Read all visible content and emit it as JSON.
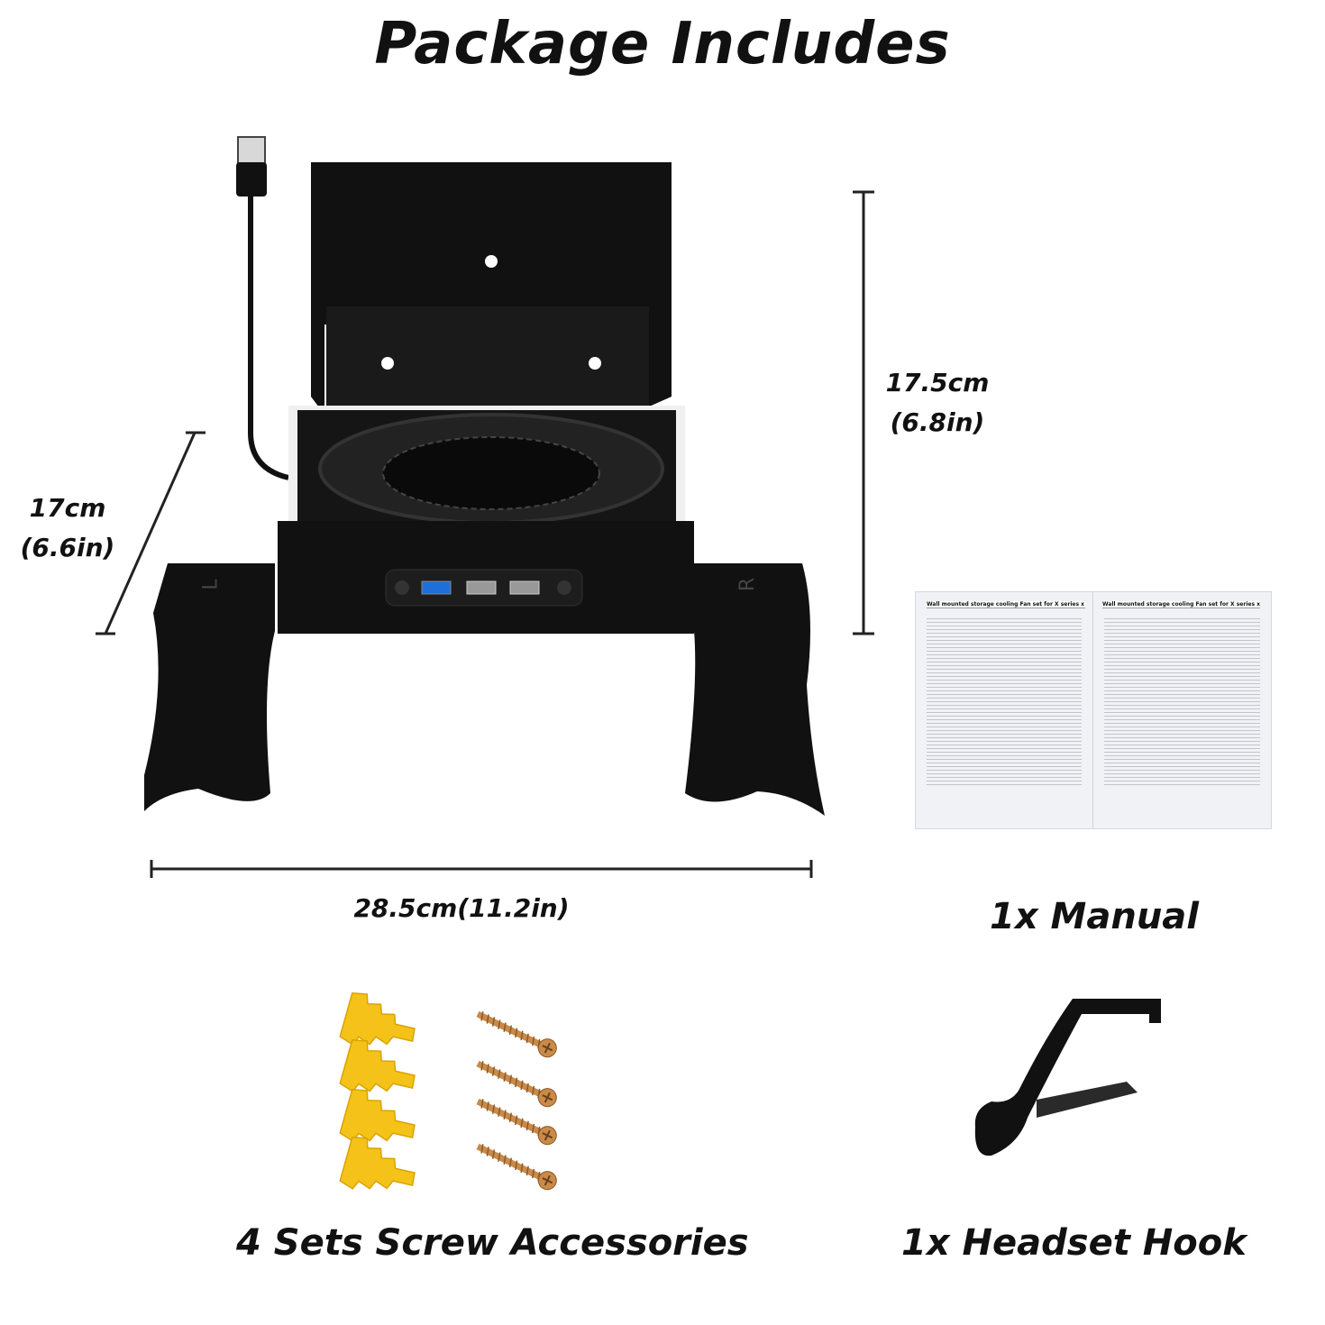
{
  "title": "Package Includes",
  "dimensions": {
    "height_cm": "17.5cm",
    "height_in": "(6.8in)",
    "depth_cm": "17cm",
    "depth_in": "(6.6in)",
    "width": "28.5cm(11.2in)"
  },
  "product": {
    "foot_left_letter": "L",
    "foot_right_letter": "R"
  },
  "manual": {
    "page_left_heading": "Wall mounted storage cooling Fan set for X series x",
    "page_right_heading": "Wall mounted storage cooling Fan set for X series x",
    "caption": "1x Manual"
  },
  "accessories": {
    "caption": "4 Sets Screw Accessories",
    "anchor_count": 4,
    "screw_count": 4,
    "anchor_color": "#f5c21a",
    "screw_color": "#c98a4a"
  },
  "hook": {
    "caption": "1x Headset Hook"
  },
  "colors": {
    "product_black": "#111111",
    "accent_white": "#ffffff",
    "usb_blue": "#1e6fd9"
  }
}
